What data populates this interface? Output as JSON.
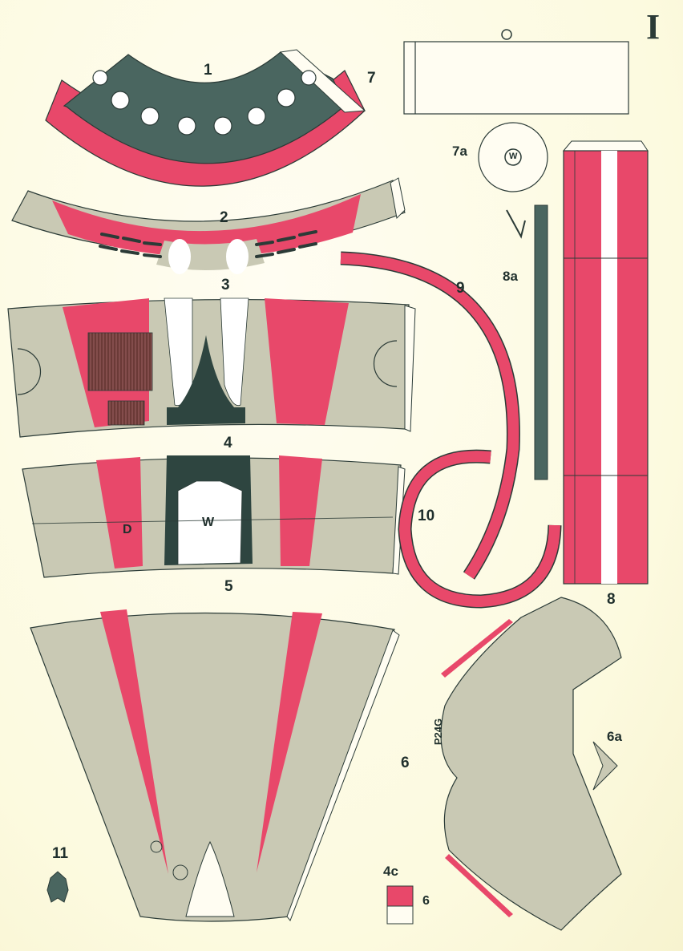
{
  "sheet": {
    "number": "I",
    "colors": {
      "background": "#fdfbe6",
      "red": "#e8486a",
      "gray": "#c9c9b4",
      "dark": "#4a6660",
      "line": "#2b3b37",
      "brown": "#6b3a37"
    }
  },
  "parts": [
    {
      "id": "1",
      "label": "1"
    },
    {
      "id": "2",
      "label": "2"
    },
    {
      "id": "3",
      "label": "3"
    },
    {
      "id": "4",
      "label": "4",
      "marks": {
        "left": "D",
        "center": "W"
      }
    },
    {
      "id": "4c",
      "label": "4c",
      "marks": {
        "symbol": "6"
      }
    },
    {
      "id": "5",
      "label": "5"
    },
    {
      "id": "6",
      "label": "6",
      "marks": {
        "registration": "P24G"
      }
    },
    {
      "id": "6a",
      "label": "6a"
    },
    {
      "id": "7",
      "label": "7"
    },
    {
      "id": "7a",
      "label": "7a",
      "marks": {
        "center": "W"
      }
    },
    {
      "id": "8",
      "label": "8"
    },
    {
      "id": "8a",
      "label": "8a"
    },
    {
      "id": "9",
      "label": "9"
    },
    {
      "id": "10",
      "label": "10"
    },
    {
      "id": "11",
      "label": "11"
    }
  ]
}
